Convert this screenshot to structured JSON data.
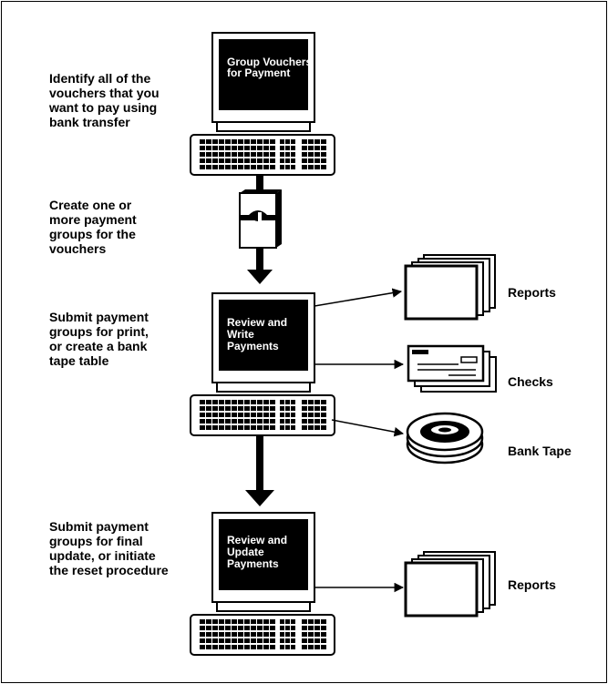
{
  "steps": [
    {
      "text": "Identify all of the\nvouchers that you\nwant to pay using\nbank transfer"
    },
    {
      "text": "Create one or\nmore payment\ngroups for the\nvouchers"
    },
    {
      "text": "Submit payment\ngroups for print,\nor create a bank\ntape table"
    },
    {
      "text": "Submit payment\ngroups for final\nupdate, or initiate\nthe reset procedure"
    }
  ],
  "screens": [
    {
      "line1": "Group Vouchers",
      "line2": "for Payment",
      "line3": ""
    },
    {
      "line1": "Review and",
      "line2": "Write",
      "line3": "Payments"
    },
    {
      "line1": "Review and",
      "line2": "Update",
      "line3": "Payments"
    }
  ],
  "outputs": {
    "reports_1": "Reports",
    "checks": "Checks",
    "bank_tape": "Bank Tape",
    "reports_2": "Reports"
  },
  "colors": {
    "ink": "#000000",
    "paper": "#ffffff"
  }
}
